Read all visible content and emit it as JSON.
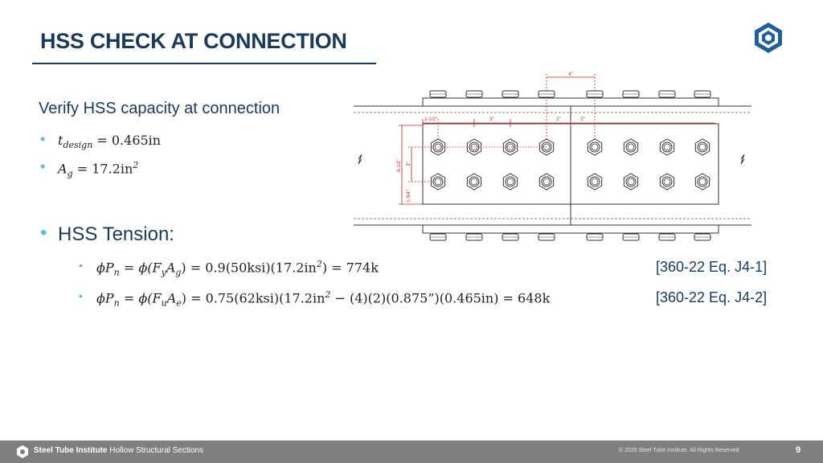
{
  "slide": {
    "title": "HSS CHECK AT CONNECTION",
    "subtitle": "Verify HSS capacity at connection",
    "page_number": "9"
  },
  "properties": {
    "t_design": {
      "symbol": "t",
      "sub": "design",
      "rhs": "= 0.465in"
    },
    "a_g": {
      "symbol": "A",
      "sub": "g",
      "rhs": "= 17.2in",
      "sup": "2"
    }
  },
  "tension": {
    "heading": "HSS Tension:",
    "eq1": {
      "text_a": "ϕP",
      "sub_n": "n",
      "text_b": " = ϕ(F",
      "sub_y": "y",
      "text_c": "A",
      "sub_g": "g",
      "text_d": ") = 0.9(50ksi)(17.2in",
      "sup_2": "2",
      "text_e": ") = 774k",
      "reference": "[360-22 Eq. J4-1]"
    },
    "eq2": {
      "text_a": "ϕP",
      "sub_n": "n",
      "text_b": " = ϕ(F",
      "sub_u": "u",
      "text_c": "A",
      "sub_e": "e",
      "text_d": ") = 0.75(62ksi)(17.2in",
      "sup_2": "2",
      "text_e": " − (4)(2)(0.875”)(0.465in) = 648k",
      "reference": "[360-22 Eq. J4-2]"
    }
  },
  "diagram": {
    "dim_top": "4\"",
    "dim_edge": "1-1/2\"",
    "dim_pitch": "3\"",
    "dim_gap_left": "2\"",
    "dim_gap_right": "2\"",
    "dim_overall_v": "6-1/2\"",
    "dim_gage": "3\"",
    "dim_edge_v": "1-3/4\"",
    "accent_color": "#cc2222"
  },
  "footer": {
    "brand_bold": "Steel Tube Institute",
    "brand_rest": " Hollow Structural Sections",
    "copyright": "© 2025 Steel Tube Institute. All Rights Reserved"
  },
  "colors": {
    "title": "#1a3a5c",
    "bullet": "#5bbbd8",
    "footer_bg": "#7f7f7f"
  }
}
